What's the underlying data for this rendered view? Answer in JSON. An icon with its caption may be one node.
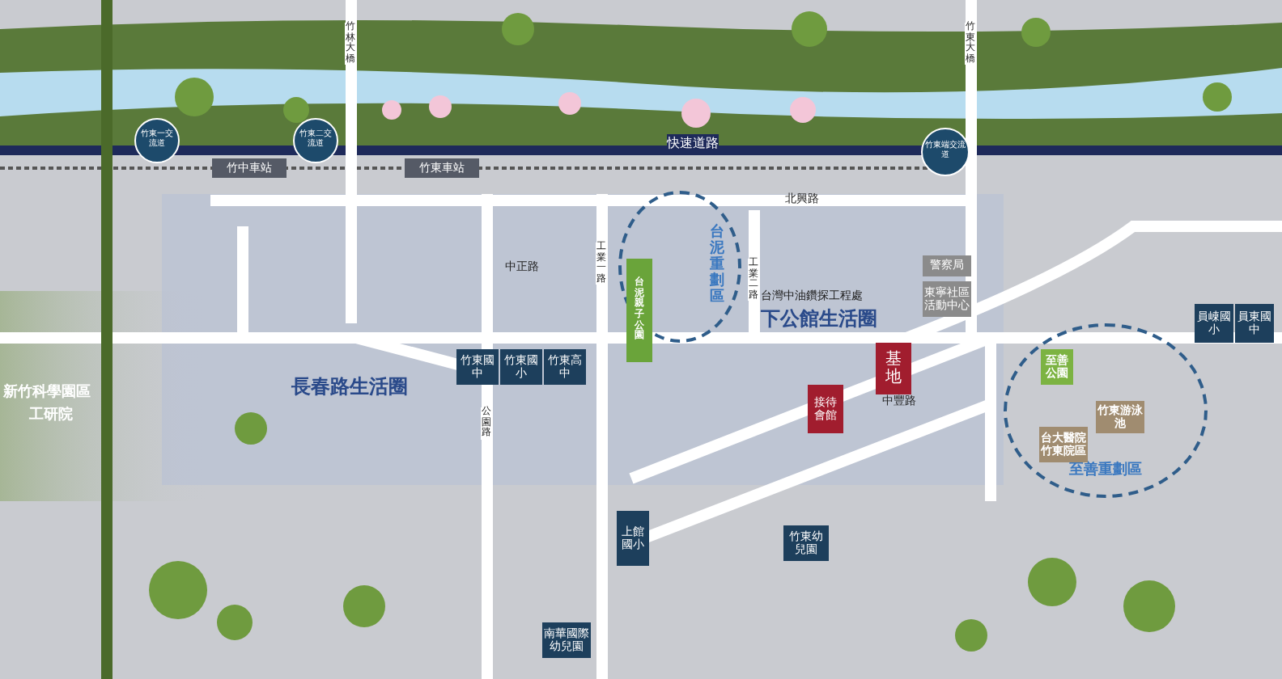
{
  "diagram": {
    "nodes": [
      {
        "text": [
          "竹東一交流道"
        ]
      },
      {
        "text": [
          "竹東二交流道"
        ]
      },
      {
        "text": [
          "竹東端交流道"
        ]
      },
      {
        "text": [
          "竹中車站"
        ]
      },
      {
        "text": [
          "竹東車站"
        ]
      },
      {
        "text": [
          "台泥重劃區"
        ]
      },
      {
        "text": [
          "台泥親子公園"
        ],
        "in": 5
      },
      {
        "text": [
          "竹東國中"
        ]
      },
      {
        "text": [
          "竹東國小"
        ]
      },
      {
        "text": [
          "竹東高中"
        ]
      },
      {
        "text": [
          "基地"
        ]
      },
      {
        "text": [
          "接待會館"
        ]
      },
      {
        "text": [
          "警察局"
        ]
      },
      {
        "text": [
          "東寧社區活動中心"
        ]
      },
      {
        "text": [
          "員崠國小"
        ]
      },
      {
        "text": [
          "員東國中"
        ]
      },
      {
        "text": [
          "至善重劃區"
        ]
      },
      {
        "text": [
          "至善公園"
        ],
        "in": 16
      },
      {
        "text": [
          "竹東游泳池"
        ],
        "in": 16
      },
      {
        "text": [
          "台大醫院竹東院區"
        ],
        "in": 16
      },
      {
        "text": [
          "上館國小"
        ]
      },
      {
        "text": [
          "竹東幼兒園"
        ]
      },
      {
        "text": [
          "南華國際幼兒園"
        ]
      }
    ],
    "labels": [
      "竹林大橋",
      "竹東大橋",
      "快速道路",
      "北興路",
      "中正路",
      "工業一路",
      "工業二路",
      "台灣中油鑽探工程處",
      "下公館生活圈",
      "長春路生活圈",
      "新竹科學園區",
      "工研院",
      "公園路",
      "中豐路"
    ]
  }
}
